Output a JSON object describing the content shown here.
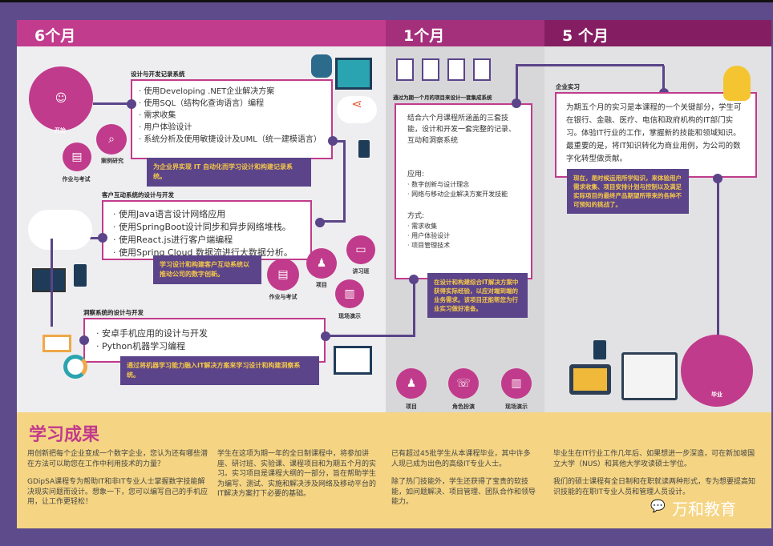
{
  "headers": {
    "six": "6个月",
    "one": "1个月",
    "five": "5 个月"
  },
  "six_months": {
    "start_label": "开始",
    "case_label": "案例研究",
    "homework_label": "作业与考试",
    "section1": {
      "title": "设计与开发记录系统",
      "items": [
        "· 使用Developing .NET企业解决方案",
        "· 使用SQL（结构化查询语言）编程",
        "· 需求收集",
        "· 用户体验设计",
        "· 系统分析及使用敏捷设计及UML（统一建模语言）"
      ],
      "note": "为企业界实现 IT 自动化而学习设计和构建记录系统。"
    },
    "section2": {
      "title": "客户互动系统的设计与开发",
      "items": [
        "· 使用Java语言设计网络应用",
        "· 使用SpringBoot设计同步和异步网络堆栈。",
        "· 使用React.js进行客户端编程",
        "· 使用Spring Cloud 数据流进行大数据分析。"
      ],
      "note": "学习设计和构建客户互动系统以推动公司的数字创新。"
    },
    "activities": {
      "homework": "作业与考试",
      "project": "项目",
      "workshop": "讲习班",
      "presentation": "现场演示"
    },
    "section3": {
      "title": "洞察系统的设计与开发",
      "items": [
        "· 安卓手机应用的设计与开发",
        "· Python机器学习编程"
      ],
      "note": "通过将机器学习能力融入IT解决方案来学习设计和构建洞察系统。"
    }
  },
  "one_month": {
    "title": "通过为期一个月的项目来设计一套集成系统",
    "intro": "结合六个月课程所涵盖的三套技能，设计和开发一套完整的记录、互动和洞察系统",
    "apply_label": "应用:",
    "apply_items": [
      "· 数字创新与设计理念",
      "· 网络与移动企业解决方案开发技能"
    ],
    "method_label": "方式:",
    "method_items": [
      "· 需求收集",
      "· 用户体验设计",
      "· 项目管理技术"
    ],
    "note": "在设计和构建综合IT解决方案中获得实际经验，以应对端到端的业务需求。该项目还能帮您为行业实习做好准备。",
    "activities": [
      "项目",
      "角色扮演",
      "现场演示"
    ]
  },
  "five_months": {
    "title": "企业实习",
    "body": "为期五个月的实习是本课程的一个关键部分，学生可在银行、金融、医疗、电信和政府机构的IT部门实习。体验IT行业的工作，掌握新的技能和领域知识。最重要的是，将IT知识转化为商业用例，为公司的数字化转型做贡献。",
    "note": "现在，是时候运用所学知识，来体验用户需求收集、项目安排计划与控制以及满足实际项目的最终产品期望所带来的各种不可预知的挑战了。",
    "graduate_label": "毕业"
  },
  "outcomes": {
    "title": "学习成果",
    "col1": [
      "用创新把每个企业变成一个数字企业，您认为还有哪些潜在方法可以助您在工作中利用技术的力量？",
      "GDipSA课程专为帮助IT和非IT专业人士掌握数字技能解决现实问题而设计。想象一下，您可以编写自己的手机应用，让工作更轻松！"
    ],
    "col2": [
      "学生在这项为期一年的全日制课程中，将参加讲座、研讨班、实验课、课程项目和为期五个月的实习。实习项目是课程大纲的一部分，旨在帮助学生为编写、测试、实施和解决涉及网络及移动平台的IT解决方案打下必要的基础。"
    ],
    "col3": [
      "已有超过45批学生从本课程毕业，其中许多人现已成为出色的高级IT专业人士。",
      "除了热门技能外，学生还获得了宝贵的软技能，如问题解决、项目管理、团队合作和领导能力。"
    ],
    "col4": [
      "毕业生在IT行业工作几年后、如果想进一步深造，可在新加坡国立大学（NUS）和其他大学攻读硕士学位。",
      "我们的硕士课程有全日制和在职就读两种形式，专为想要提高知识技能的在职IT专业人员和管理人员设计。"
    ]
  },
  "watermark": "万和教育",
  "colors": {
    "magenta": "#c13b8c",
    "purple": "#5b4489",
    "yellow": "#f5d583"
  }
}
